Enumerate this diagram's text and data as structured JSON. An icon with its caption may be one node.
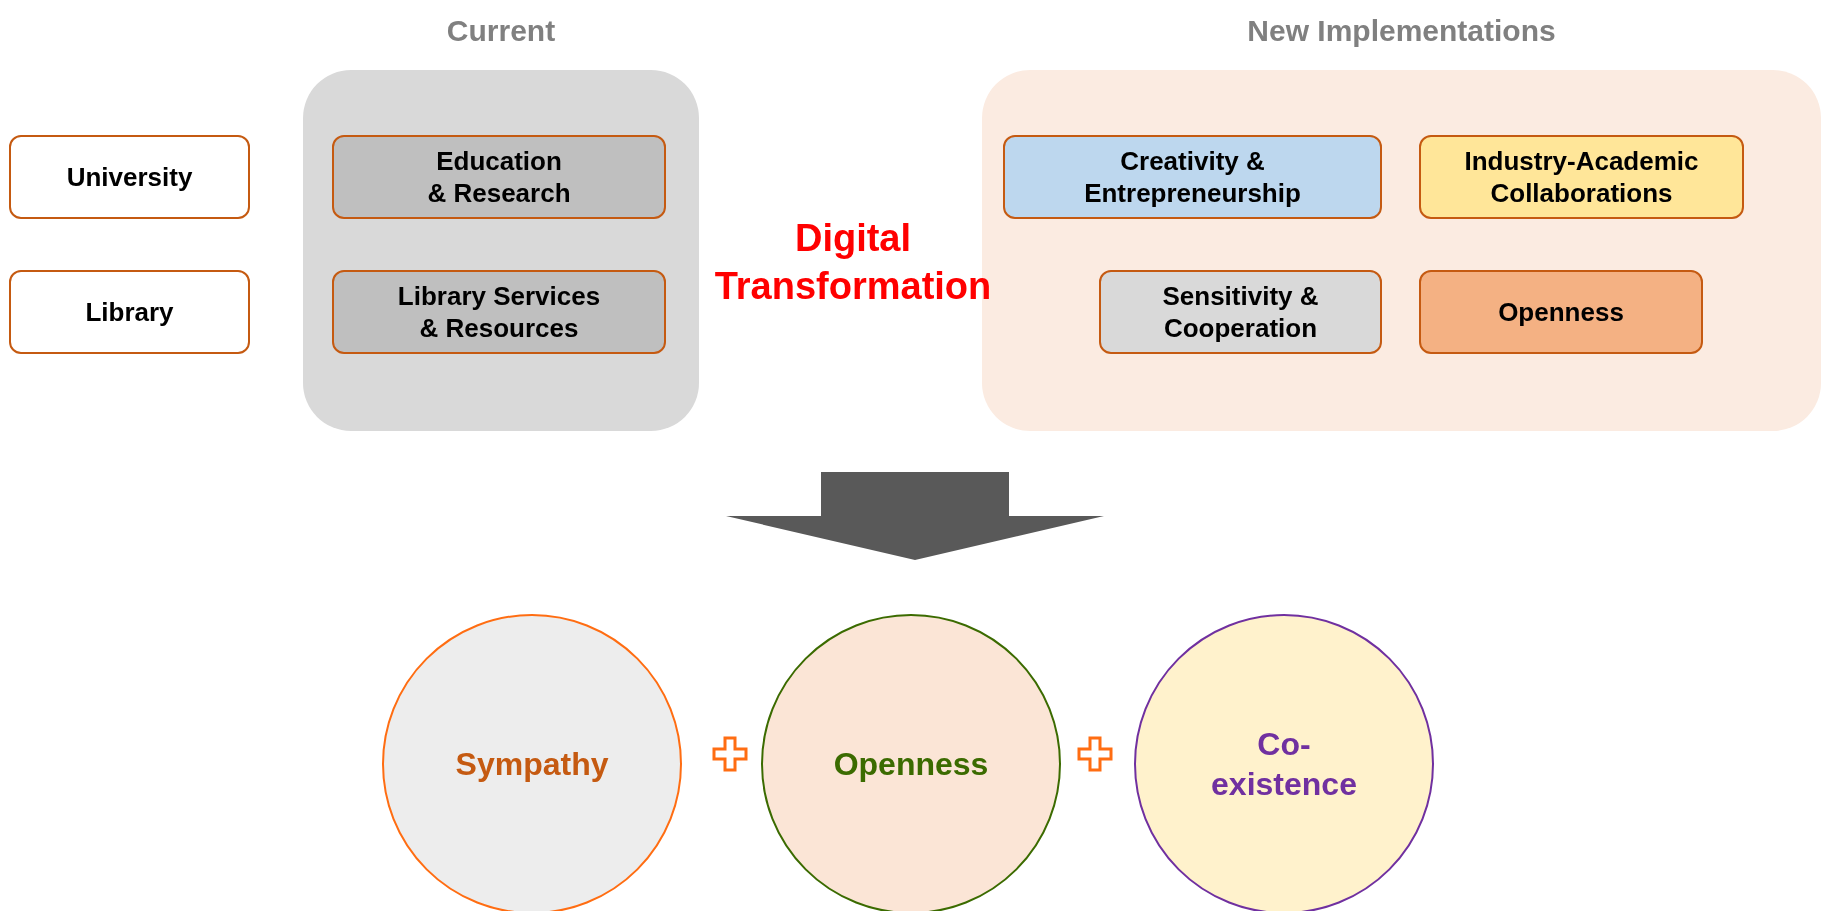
{
  "diagram": {
    "nodes": [
      {
        "text": [
          "University"
        ]
      },
      {
        "text": [
          "Library"
        ]
      },
      {
        "text": [
          "Current"
        ]
      },
      {
        "text": [
          "Education & Research"
        ],
        "in": 2
      },
      {
        "text": [
          "Library Services & Resources"
        ],
        "in": 2
      },
      {
        "text": [
          "New Implementations"
        ]
      },
      {
        "text": [
          "Creativity & Entrepreneurship"
        ],
        "in": 5
      },
      {
        "text": [
          "Industry-Academic Collaborations"
        ],
        "in": 5
      },
      {
        "text": [
          "Sensitivity & Cooperation"
        ],
        "in": 5
      },
      {
        "text": [
          "Openness"
        ],
        "in": 5
      },
      {
        "text": [
          "Sympathy"
        ]
      },
      {
        "text": [
          "Openness"
        ]
      },
      {
        "text": [
          "Co-existence"
        ]
      }
    ],
    "labels": [
      "Digital Transformation"
    ]
  }
}
